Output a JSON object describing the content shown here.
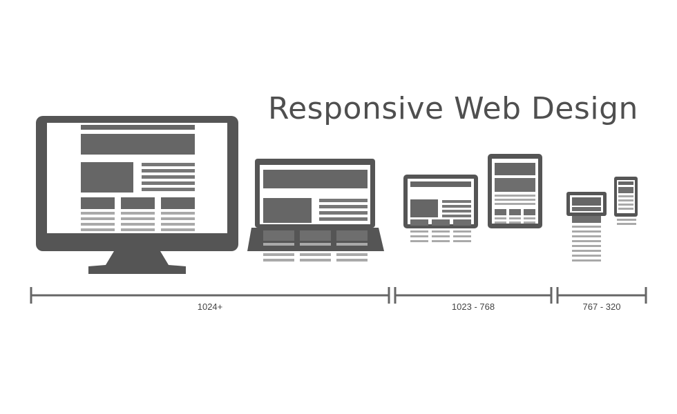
{
  "title": "Responsive Web Design",
  "ranges": [
    {
      "label": "1024+"
    },
    {
      "label": "1023 - 768"
    },
    {
      "label": "767 - 320"
    }
  ],
  "devices": [
    "desktop-monitor-icon",
    "laptop-icon",
    "tablet-landscape-icon",
    "tablet-portrait-icon",
    "phone-landscape-icon",
    "phone-portrait-icon"
  ],
  "colors": {
    "dark": "#555555",
    "mid": "#6e6e6e",
    "light": "#a9a9a9",
    "background": "#ffffff"
  }
}
